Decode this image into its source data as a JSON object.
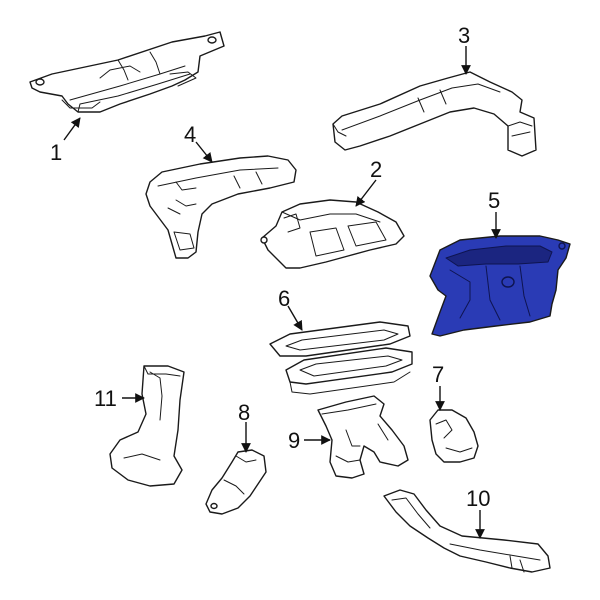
{
  "colors": {
    "part_fill": "#ffffff",
    "line": "#1a1a1a",
    "highlight_fill": "#2a3bb5",
    "highlight_shade": "#1b2580"
  },
  "callouts": [
    "1",
    "2",
    "3",
    "4",
    "5",
    "6",
    "7",
    "8",
    "9",
    "10",
    "11"
  ],
  "highlighted_part": "5"
}
